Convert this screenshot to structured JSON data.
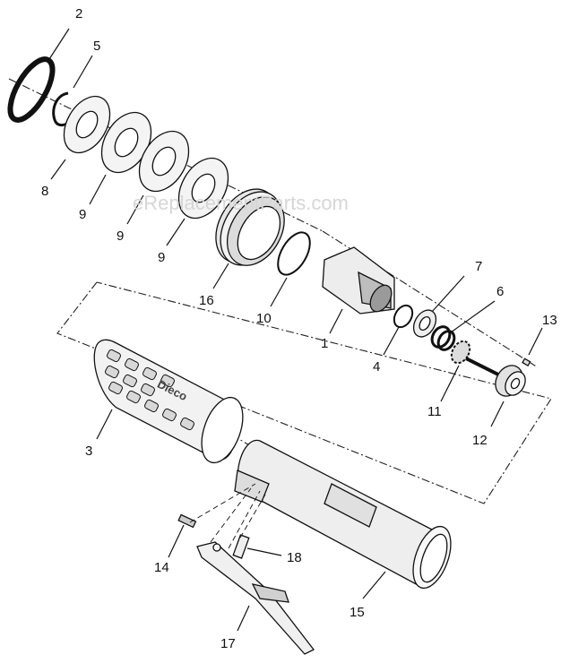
{
  "watermark": "eReplacementParts.com",
  "brand_logo": "Dieco",
  "callouts": [
    "2",
    "5",
    "8",
    "9",
    "9",
    "9",
    "16",
    "10",
    "1",
    "4",
    "7",
    "6",
    "13",
    "11",
    "12",
    "3",
    "14",
    "18",
    "15",
    "17"
  ]
}
